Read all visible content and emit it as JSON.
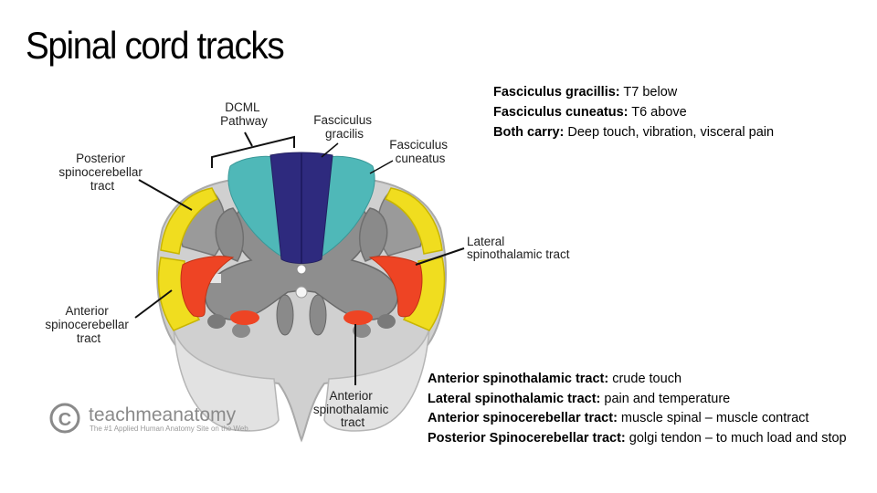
{
  "title": "Spinal cord tracks",
  "top_notes": [
    {
      "term": "Fasciculus gracillis:",
      "text": " T7 below"
    },
    {
      "term": "Fasciculus cuneatus:",
      "text": " T6 above"
    },
    {
      "term": "Both carry:",
      "text": " Deep touch, vibration, visceral pain"
    }
  ],
  "bottom_notes": [
    {
      "term": "Anterior spinothalamic tract:",
      "text": " crude touch"
    },
    {
      "term": "Lateral spinothalamic tract:",
      "text": " pain and temperature"
    },
    {
      "term": "Anterior spinocerebellar tract:",
      "text": " muscle spinal – muscle contract"
    },
    {
      "term": "Posterior Spinocerebellar tract:",
      "text": " golgi tendon – to much load and stop"
    }
  ],
  "diagram": {
    "labels": {
      "dcml_line1": "DCML",
      "dcml_line2": "Pathway",
      "fg_line1": "Fasciculus",
      "fg_line2": "gracilis",
      "fc_line1": "Fasciculus",
      "fc_line2": "cuneatus",
      "psc_line1": "Posterior",
      "psc_line2": "spinocerebellar",
      "psc_line3": "tract",
      "lst_line1": "Lateral",
      "lst_line2": "spinothalamic tract",
      "asc_line1": "Anterior",
      "asc_line2": "spinocerebellar",
      "asc_line3": "tract",
      "ast_line1": "Anterior",
      "ast_line2": "spinothalamic",
      "ast_line3": "tract"
    },
    "watermark": {
      "brand": "teachmeanatomy",
      "tagline": "The #1 Applied Human Anatomy Site on the Web.",
      "symbol": "©"
    },
    "colors": {
      "gracilis": "#2e2a7e",
      "cuneatus": "#4fb8b8",
      "spinocerebellar": "#f0dd1f",
      "spinothalamic": "#ee4424",
      "grey_matter": "#8a8a8a",
      "white_matter": "#c9c9c9"
    }
  }
}
